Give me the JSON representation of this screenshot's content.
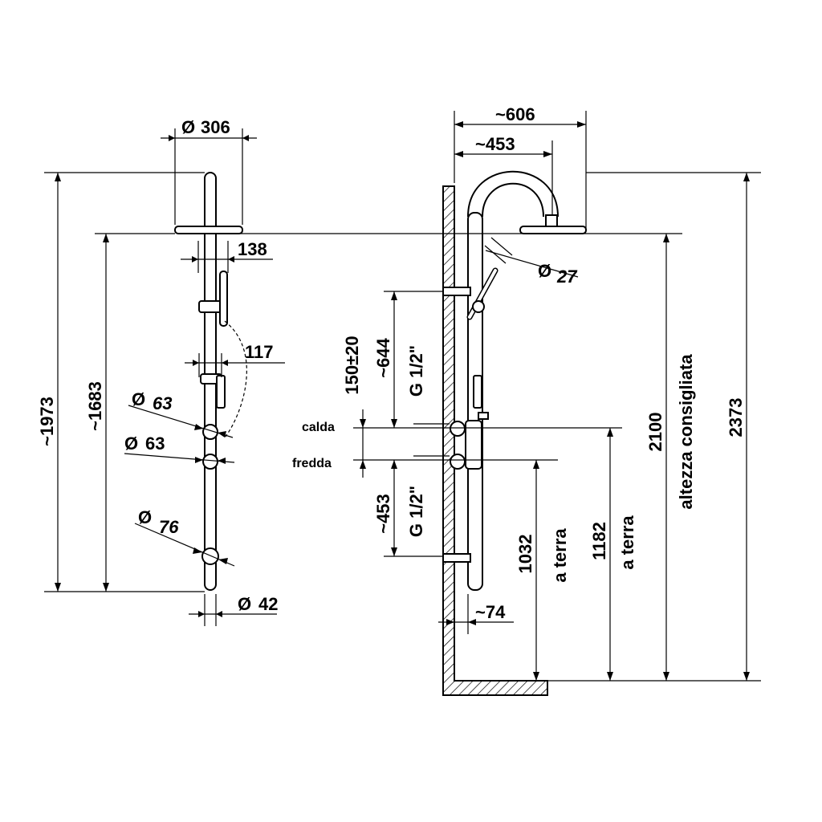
{
  "front_view": {
    "dims": {
      "head_diameter": "306",
      "total_height": "~1973",
      "head_height": "~1683",
      "arm_138": "138",
      "holder_117": "117",
      "d63_top": "63",
      "d63_bottom": "63",
      "d76": "76",
      "d42": "42"
    }
  },
  "side_view": {
    "dims": {
      "reach_606": "~606",
      "reach_453": "~453",
      "d27": "27",
      "d150": "150±20",
      "d644": "~644",
      "g_half_top": "G 1/2\"",
      "g_half_bottom": "G 1/2\"",
      "d453_vert": "~453",
      "d74": "~74",
      "h1032": "1032",
      "h1182": "1182",
      "h2100": "2100",
      "h2373": "2373",
      "a_terra_1": "a terra",
      "a_terra_2": "a terra",
      "altezza": "altezza consigliata"
    },
    "labels": {
      "calda": "calda",
      "fredda": "fredda"
    }
  }
}
